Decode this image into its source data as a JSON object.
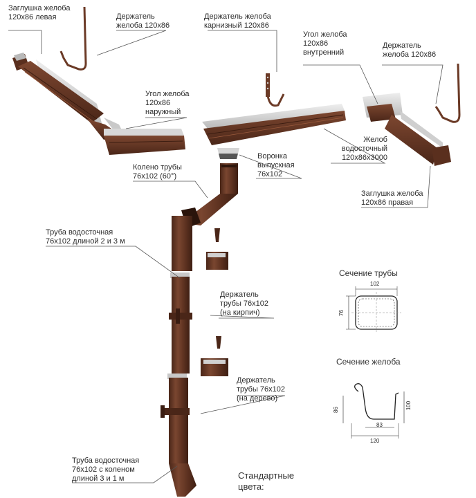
{
  "labels": {
    "cap_left": "Заглушка желоба\n120х86 левая",
    "holder_left": "Держатель\nжелоба 120х86",
    "holder_eave": "Держатель желоба\nкарнизный 120х86",
    "corner_inner": "Угол желоба\n120х86\nвнутренний",
    "holder_right": "Держатель\nжелоба 120х86",
    "corner_outer": "Угол желоба\n120х86\nнаружный",
    "gutter": "Желоб\nводосточный\n120х86х3000",
    "funnel": "Воронка\nвыпускная\n76х102",
    "elbow": "Колено трубы\n76х102 (60°)",
    "cap_right": "Заглушка желоба\n120х86 правая",
    "pipe_long": "Труба водосточная\n76х102 длиной 2 и 3 м",
    "pipe_holder_brick": "Держатель\nтрубы 76х102\n(на кирпич)",
    "pipe_holder_wood": "Держатель\nтрубы 76х102\n(на дерево)",
    "pipe_outlet": "Труба водосточная\n76х102 с коленом\nдлиной 3 и 1 м",
    "standard_colors": "Стандартные\nцвета:"
  },
  "pipe_section": {
    "title": "Сечение трубы",
    "width": "102",
    "height": "76"
  },
  "gutter_section": {
    "title": "Сечение желоба",
    "height_left": "86",
    "height_right": "100",
    "bottom_inner": "83",
    "bottom_total": "120"
  },
  "colors": {
    "metal_brown": "#6b3a26",
    "metal_brown_dark": "#4a2618",
    "metal_brown_light": "#8a4e34",
    "inner_gray": "#c8c8c8",
    "leader_line": "#555555"
  }
}
